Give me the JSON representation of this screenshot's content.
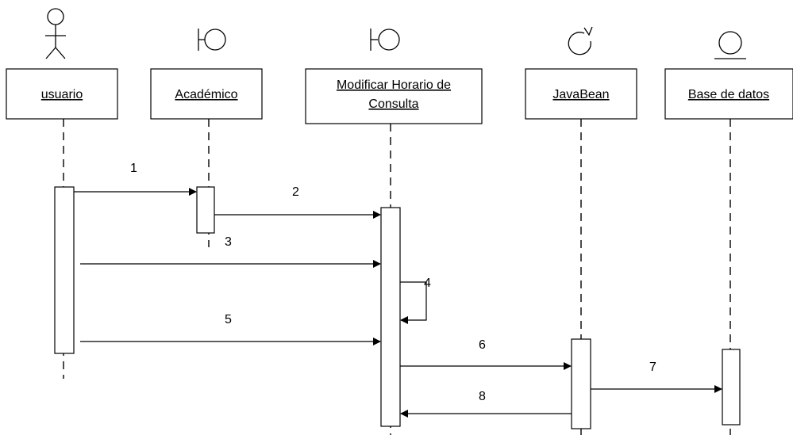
{
  "diagram": {
    "participants": [
      {
        "id": "usuario",
        "kind": "actor",
        "label_lines": [
          "usuario"
        ]
      },
      {
        "id": "academico",
        "kind": "boundary",
        "label_lines": [
          "Académico"
        ]
      },
      {
        "id": "modificar",
        "kind": "boundary",
        "label_lines": [
          "Modificar Horario de",
          "Consulta"
        ]
      },
      {
        "id": "javabean",
        "kind": "control",
        "label_lines": [
          "JavaBean"
        ]
      },
      {
        "id": "bd",
        "kind": "entity",
        "label_lines": [
          "Base de datos"
        ]
      }
    ],
    "messages": [
      {
        "label": "1",
        "from": "usuario",
        "to": "academico",
        "type": "call"
      },
      {
        "label": "2",
        "from": "academico",
        "to": "modificar",
        "type": "call"
      },
      {
        "label": "3",
        "from": "usuario",
        "to": "modificar",
        "type": "call"
      },
      {
        "label": "4",
        "from": "modificar",
        "to": "modificar",
        "type": "self"
      },
      {
        "label": "5",
        "from": "usuario",
        "to": "modificar",
        "type": "call"
      },
      {
        "label": "6",
        "from": "modificar",
        "to": "javabean",
        "type": "call"
      },
      {
        "label": "7",
        "from": "javabean",
        "to": "bd",
        "type": "call"
      },
      {
        "label": "8",
        "from": "javabean",
        "to": "modificar",
        "type": "return"
      }
    ]
  }
}
